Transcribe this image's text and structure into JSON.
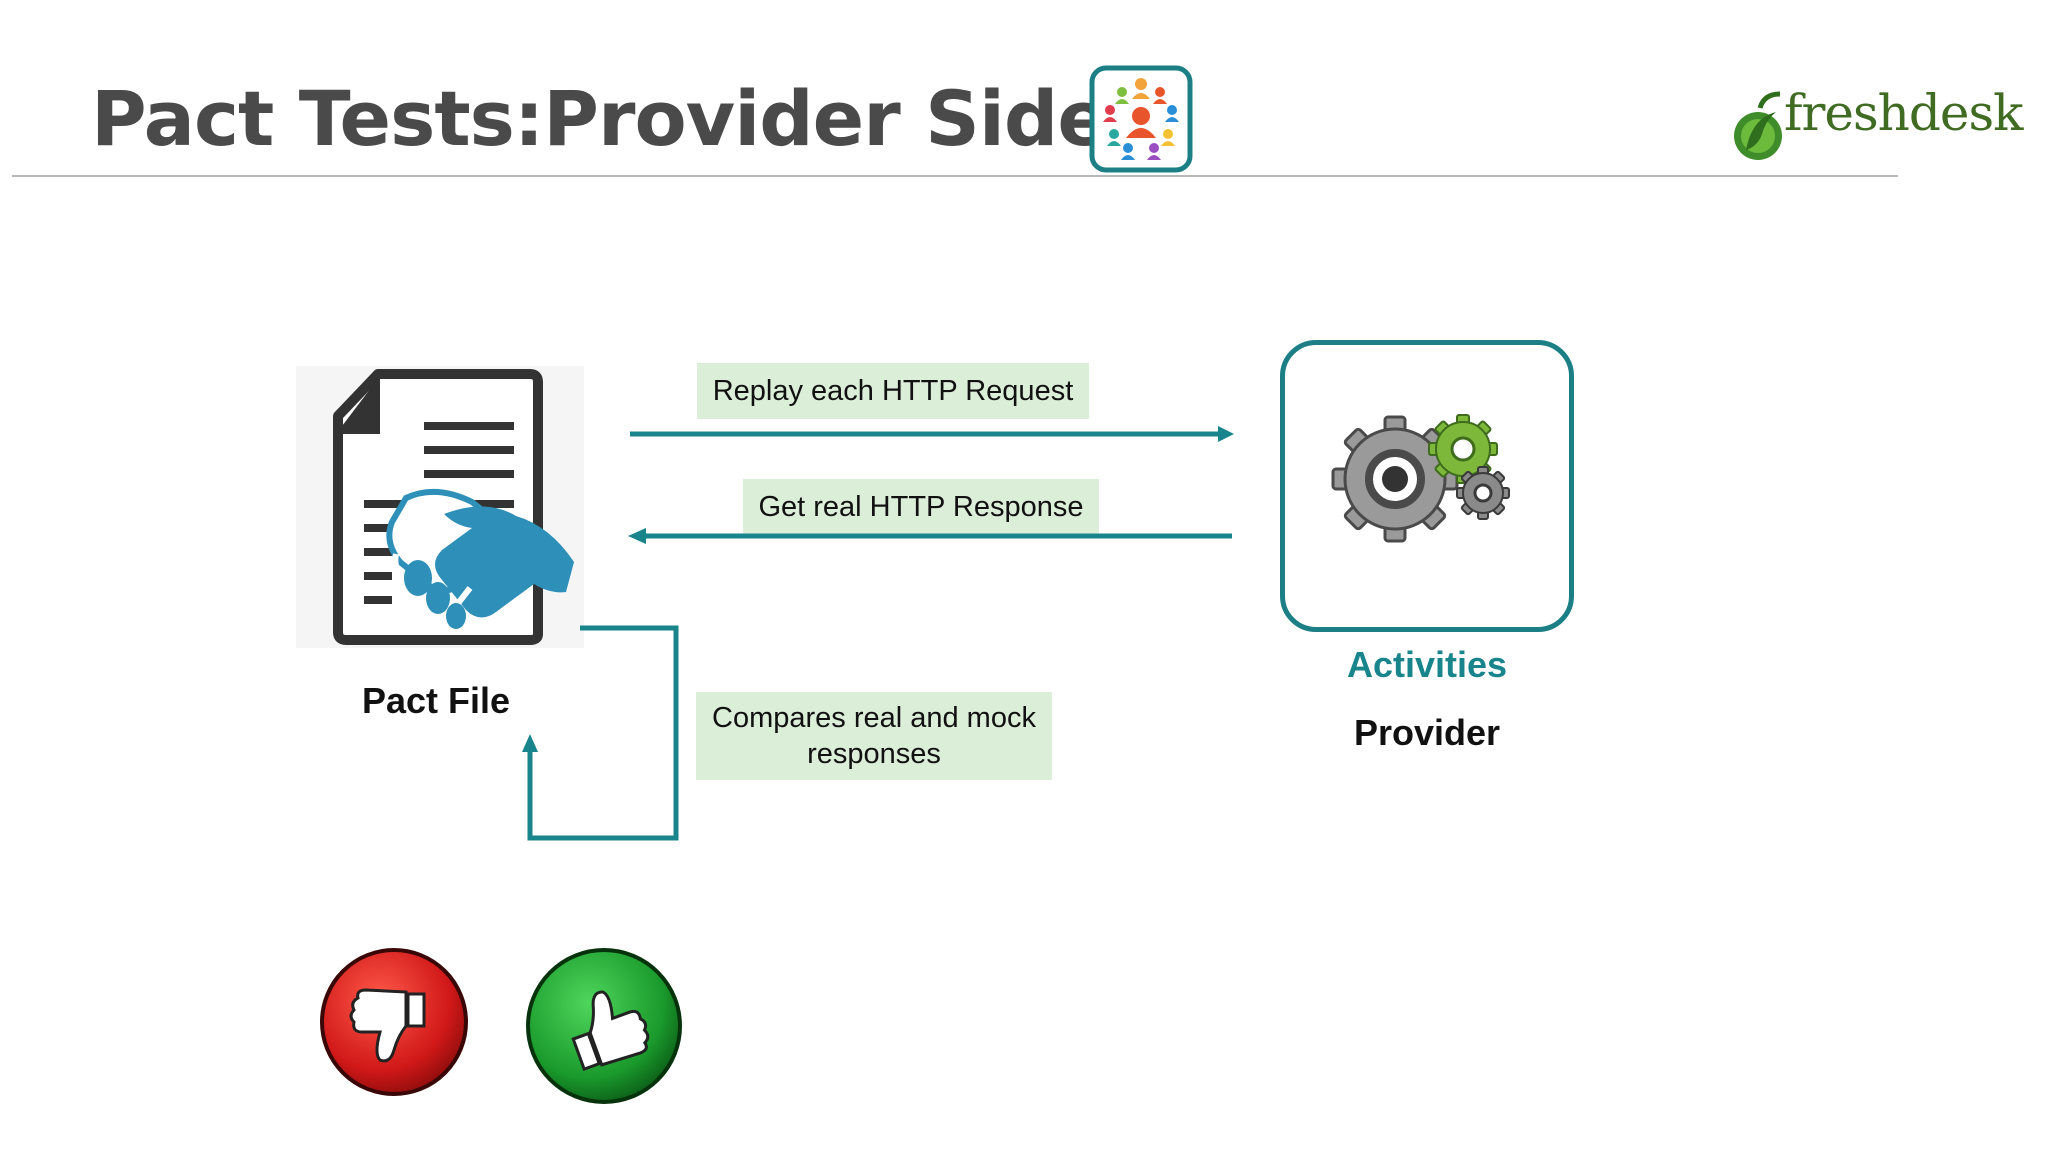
{
  "slide": {
    "title": "Pact Tests:Provider Side"
  },
  "brand": {
    "name": "freshdesk"
  },
  "diagram": {
    "pact_file": {
      "label": "Pact File"
    },
    "provider": {
      "name": "Activities",
      "role": "Provider"
    },
    "arrows": {
      "request_label": "Replay each HTTP Request",
      "response_label": "Get real HTTP Response",
      "compare_label_line1": "Compares real and mock",
      "compare_label_line2": "responses"
    },
    "results": [
      {
        "icon": "thumbs-down-icon",
        "meaning": "fail",
        "color": "#d01818"
      },
      {
        "icon": "thumbs-up-icon",
        "meaning": "pass",
        "color": "#1a9a2c"
      }
    ]
  },
  "colors": {
    "accent": "#18858c",
    "label_bg": "#dbeed8",
    "title": "#4a4a4a",
    "brand": "#3f6b22"
  }
}
